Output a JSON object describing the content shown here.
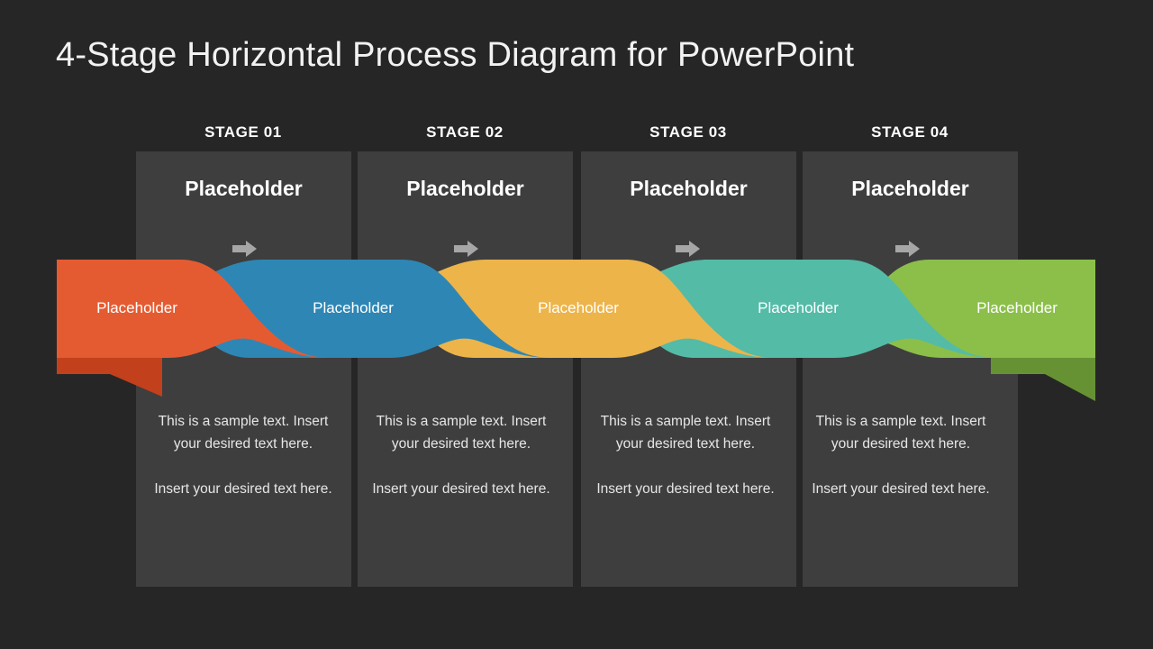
{
  "slide": {
    "title": "4-Stage Horizontal Process Diagram for PowerPoint",
    "background_color": "#262626",
    "panel_color": "#3E3E3E"
  },
  "arrow_icon": "right-arrow-icon",
  "arrow_color": "#A6A6A6",
  "stages": [
    {
      "label": "STAGE 01",
      "heading": "Placeholder",
      "band_caption": "Placeholder",
      "color": "#E55B31",
      "fold_color": "#C3401C",
      "body_line1": "This is a sample text. Insert your desired text here.",
      "body_line2": "Insert your desired text here."
    },
    {
      "label": "STAGE 02",
      "heading": "Placeholder",
      "band_caption": "Placeholder",
      "color": "#2E86B5",
      "fold_color": "#1F6B94",
      "body_line1": "This is a sample text. Insert your desired text here.",
      "body_line2": "Insert your desired text here."
    },
    {
      "label": "STAGE 03",
      "heading": "Placeholder",
      "band_caption": "Placeholder",
      "color": "#EDB44A",
      "fold_color": "#D8A033",
      "body_line1": "This is a sample text. Insert your desired text here.",
      "body_line2": "Insert your desired text here."
    },
    {
      "label": "STAGE 04",
      "heading": "Placeholder",
      "band_caption": "Placeholder",
      "color": "#54BBA7",
      "fold_color": "#3FA391",
      "body_line1": "This is a sample text. Insert your desired text here.",
      "body_line2": "Insert your desired text here."
    }
  ],
  "final_band": {
    "band_caption": "Placeholder",
    "color": "#8BBF4A",
    "fold_color": "#669234"
  }
}
